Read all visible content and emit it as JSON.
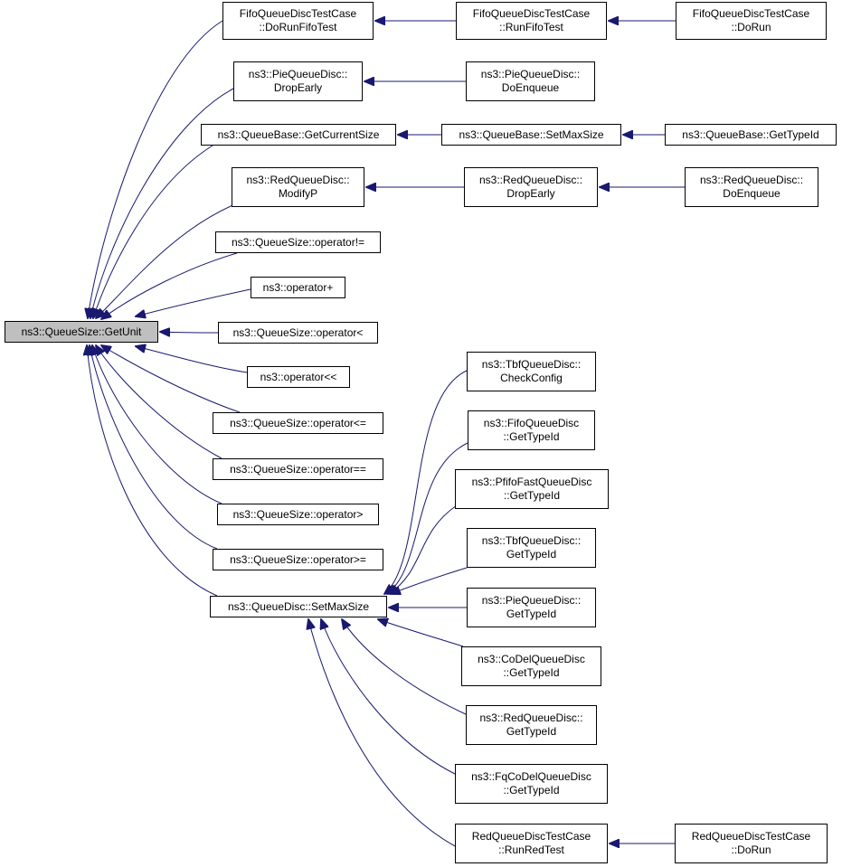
{
  "colors": {
    "edge": "#191970",
    "root_fill": "#bfbfbf",
    "node_fill": "#ffffff",
    "border": "#000000"
  },
  "nodes": [
    {
      "id": "getunit",
      "lines": [
        "ns3::QueueSize::GetUnit"
      ],
      "root": true
    },
    {
      "id": "fifo_dorunfifo",
      "lines": [
        "FifoQueueDiscTestCase",
        "::DoRunFifoTest"
      ]
    },
    {
      "id": "fifo_runfifo",
      "lines": [
        "FifoQueueDiscTestCase",
        "::RunFifoTest"
      ]
    },
    {
      "id": "fifo_dorun",
      "lines": [
        "FifoQueueDiscTestCase",
        "::DoRun"
      ]
    },
    {
      "id": "pie_dropearly",
      "lines": [
        "ns3::PieQueueDisc::",
        "DropEarly"
      ]
    },
    {
      "id": "pie_doenqueue",
      "lines": [
        "ns3::PieQueueDisc::",
        "DoEnqueue"
      ]
    },
    {
      "id": "qb_getcurrentsize",
      "lines": [
        "ns3::QueueBase::GetCurrentSize"
      ]
    },
    {
      "id": "qb_setmaxsize",
      "lines": [
        "ns3::QueueBase::SetMaxSize"
      ]
    },
    {
      "id": "qb_gettypeid",
      "lines": [
        "ns3::QueueBase::GetTypeId"
      ]
    },
    {
      "id": "red_modifyp",
      "lines": [
        "ns3::RedQueueDisc::",
        "ModifyP"
      ]
    },
    {
      "id": "red_dropearly",
      "lines": [
        "ns3::RedQueueDisc::",
        "DropEarly"
      ]
    },
    {
      "id": "red_doenqueue",
      "lines": [
        "ns3::RedQueueDisc::",
        "DoEnqueue"
      ]
    },
    {
      "id": "qs_neq",
      "lines": [
        "ns3::QueueSize::operator!="
      ]
    },
    {
      "id": "op_plus",
      "lines": [
        "ns3::operator+"
      ]
    },
    {
      "id": "qs_lt",
      "lines": [
        "ns3::QueueSize::operator<"
      ]
    },
    {
      "id": "op_shl",
      "lines": [
        "ns3::operator<<"
      ]
    },
    {
      "id": "qs_le",
      "lines": [
        "ns3::QueueSize::operator<="
      ]
    },
    {
      "id": "qs_eq",
      "lines": [
        "ns3::QueueSize::operator=="
      ]
    },
    {
      "id": "qs_gt",
      "lines": [
        "ns3::QueueSize::operator>"
      ]
    },
    {
      "id": "qs_ge",
      "lines": [
        "ns3::QueueSize::operator>="
      ]
    },
    {
      "id": "qd_setmaxsize",
      "lines": [
        "ns3::QueueDisc::SetMaxSize"
      ]
    },
    {
      "id": "tbf_checkconfig",
      "lines": [
        "ns3::TbfQueueDisc::",
        "CheckConfig"
      ]
    },
    {
      "id": "fifo_gettypeid",
      "lines": [
        "ns3::FifoQueueDisc",
        "::GetTypeId"
      ]
    },
    {
      "id": "pfifo_gettypeid",
      "lines": [
        "ns3::PfifoFastQueueDisc",
        "::GetTypeId"
      ]
    },
    {
      "id": "tbf_gettypeid",
      "lines": [
        "ns3::TbfQueueDisc::",
        "GetTypeId"
      ]
    },
    {
      "id": "pie_gettypeid",
      "lines": [
        "ns3::PieQueueDisc::",
        "GetTypeId"
      ]
    },
    {
      "id": "codel_gettypeid",
      "lines": [
        "ns3::CoDelQueueDisc",
        "::GetTypeId"
      ]
    },
    {
      "id": "red_gettypeid",
      "lines": [
        "ns3::RedQueueDisc::",
        "GetTypeId"
      ]
    },
    {
      "id": "fqcodel_gettypeid",
      "lines": [
        "ns3::FqCoDelQueueDisc",
        "::GetTypeId"
      ]
    },
    {
      "id": "redtest_runred",
      "lines": [
        "RedQueueDiscTestCase",
        "::RunRedTest"
      ]
    },
    {
      "id": "redtest_dorun",
      "lines": [
        "RedQueueDiscTestCase",
        "::DoRun"
      ]
    }
  ],
  "edges": [
    {
      "from": "fifo_dorunfifo",
      "to": "getunit"
    },
    {
      "from": "fifo_runfifo",
      "to": "fifo_dorunfifo"
    },
    {
      "from": "fifo_dorun",
      "to": "fifo_runfifo"
    },
    {
      "from": "pie_dropearly",
      "to": "getunit"
    },
    {
      "from": "pie_doenqueue",
      "to": "pie_dropearly"
    },
    {
      "from": "qb_getcurrentsize",
      "to": "getunit"
    },
    {
      "from": "qb_setmaxsize",
      "to": "qb_getcurrentsize"
    },
    {
      "from": "qb_gettypeid",
      "to": "qb_setmaxsize"
    },
    {
      "from": "red_modifyp",
      "to": "getunit"
    },
    {
      "from": "red_dropearly",
      "to": "red_modifyp"
    },
    {
      "from": "red_doenqueue",
      "to": "red_dropearly"
    },
    {
      "from": "qs_neq",
      "to": "getunit"
    },
    {
      "from": "op_plus",
      "to": "getunit"
    },
    {
      "from": "qs_lt",
      "to": "getunit"
    },
    {
      "from": "op_shl",
      "to": "getunit"
    },
    {
      "from": "qs_le",
      "to": "getunit"
    },
    {
      "from": "qs_eq",
      "to": "getunit"
    },
    {
      "from": "qs_gt",
      "to": "getunit"
    },
    {
      "from": "qs_ge",
      "to": "getunit"
    },
    {
      "from": "qd_setmaxsize",
      "to": "getunit"
    },
    {
      "from": "tbf_checkconfig",
      "to": "qd_setmaxsize"
    },
    {
      "from": "fifo_gettypeid",
      "to": "qd_setmaxsize"
    },
    {
      "from": "pfifo_gettypeid",
      "to": "qd_setmaxsize"
    },
    {
      "from": "tbf_gettypeid",
      "to": "qd_setmaxsize"
    },
    {
      "from": "pie_gettypeid",
      "to": "qd_setmaxsize"
    },
    {
      "from": "codel_gettypeid",
      "to": "qd_setmaxsize"
    },
    {
      "from": "red_gettypeid",
      "to": "qd_setmaxsize"
    },
    {
      "from": "fqcodel_gettypeid",
      "to": "qd_setmaxsize"
    },
    {
      "from": "redtest_runred",
      "to": "qd_setmaxsize"
    },
    {
      "from": "redtest_dorun",
      "to": "redtest_runred"
    }
  ]
}
